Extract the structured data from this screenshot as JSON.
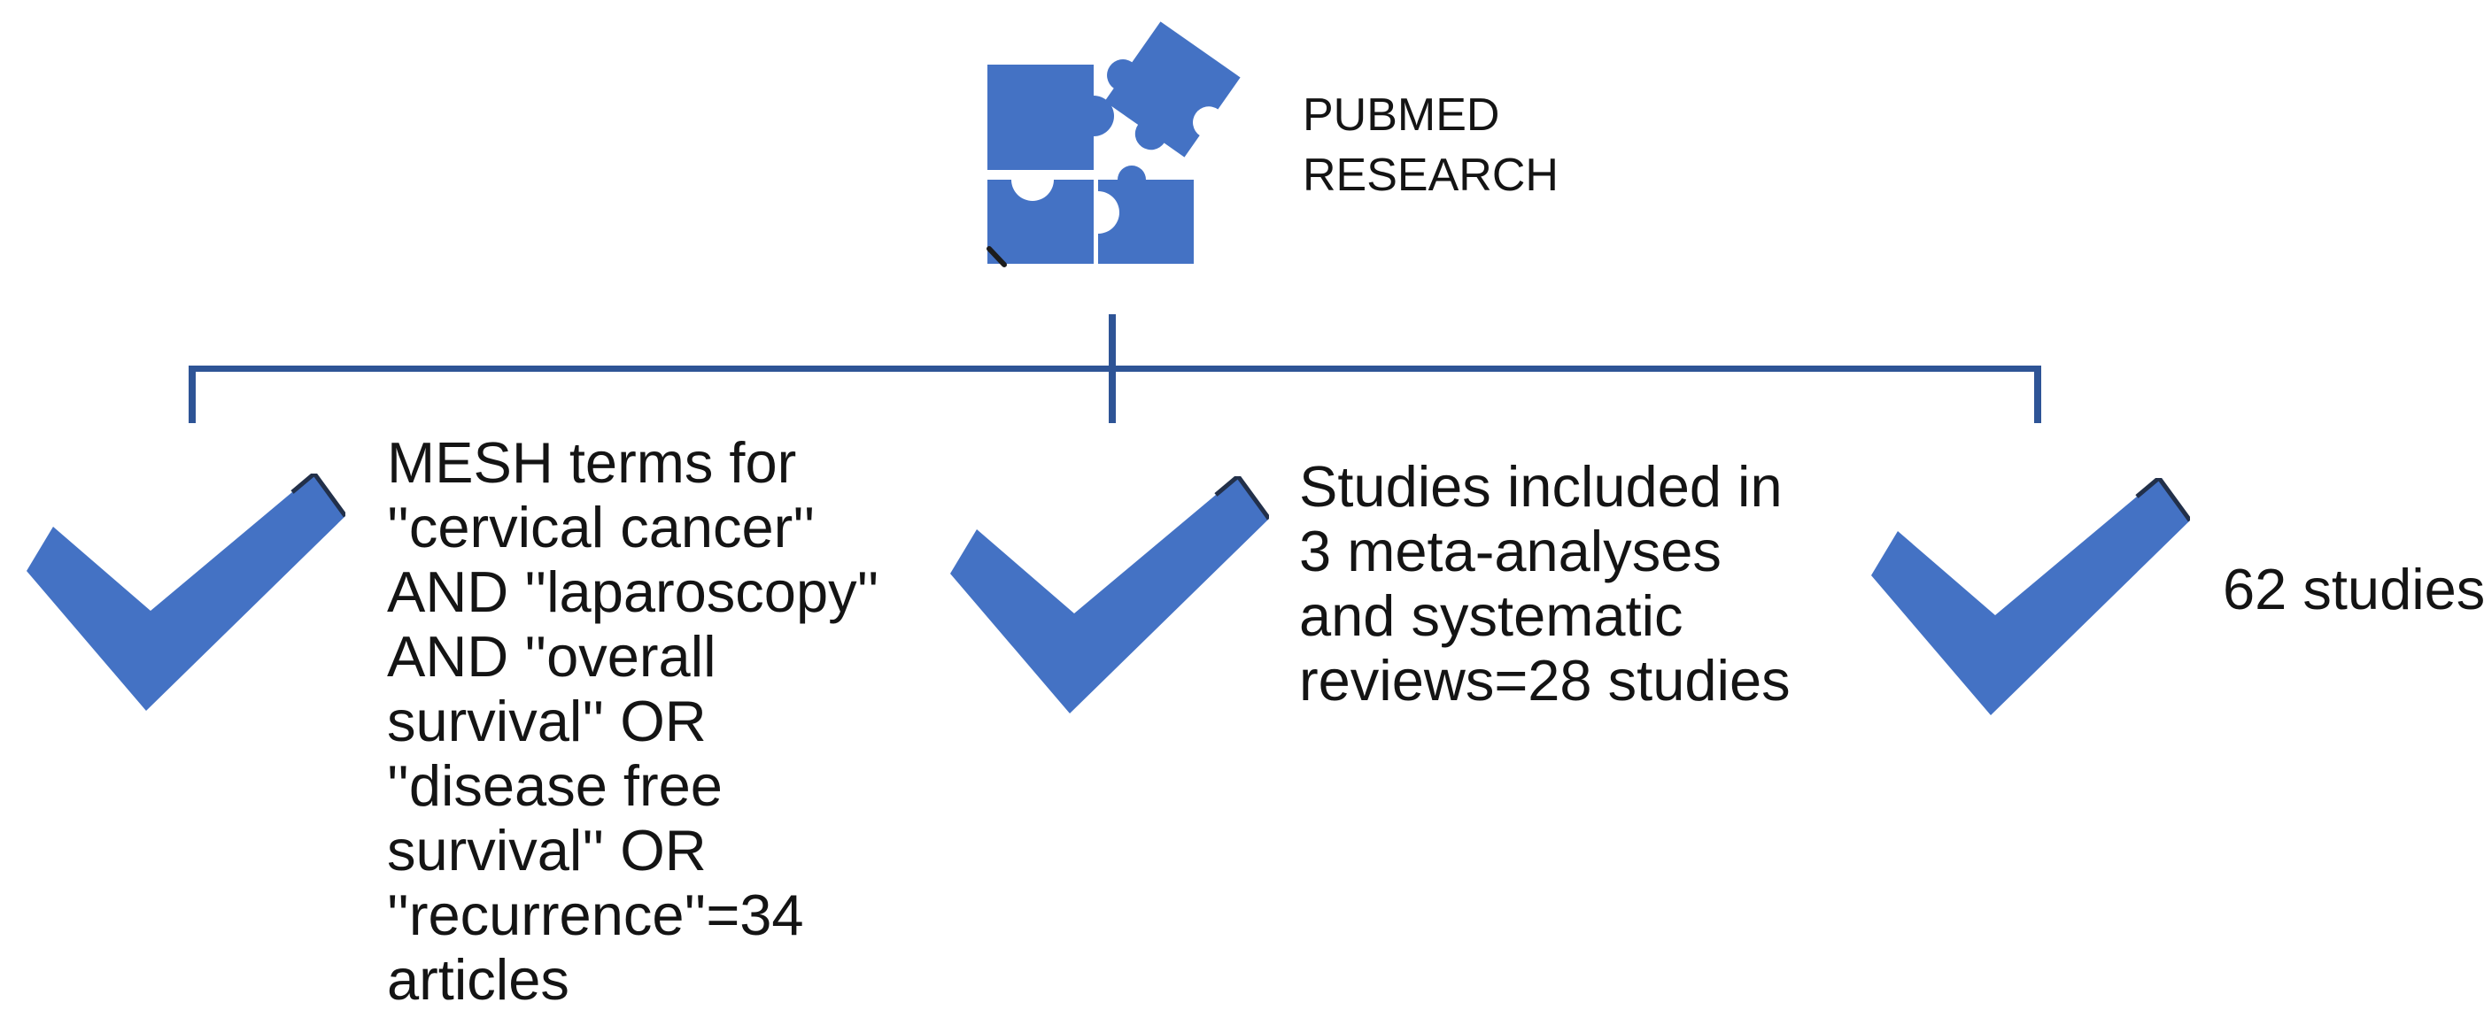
{
  "diagram": {
    "root": {
      "icon": "puzzle-pieces-icon",
      "label": "PUBMED\nRESEARCH"
    },
    "branches": [
      {
        "icon": "checkmark-icon",
        "label": "MESH terms for\n''cervical cancer''\nAND ''laparoscopy''\nAND ''overall\nsurvival'' OR\n''disease free\nsurvival'' OR\n''recurrence''=34\narticles"
      },
      {
        "icon": "checkmark-icon",
        "label": "Studies included in\n3 meta-analyses\nand systematic\nreviews=28 studies"
      },
      {
        "icon": "checkmark-icon",
        "label": "62 studies"
      }
    ],
    "colors": {
      "shape_blue": "#4472c4",
      "connector_blue": "#2e5496",
      "text_color": "#141414",
      "tip_dark": "#22304a"
    }
  }
}
